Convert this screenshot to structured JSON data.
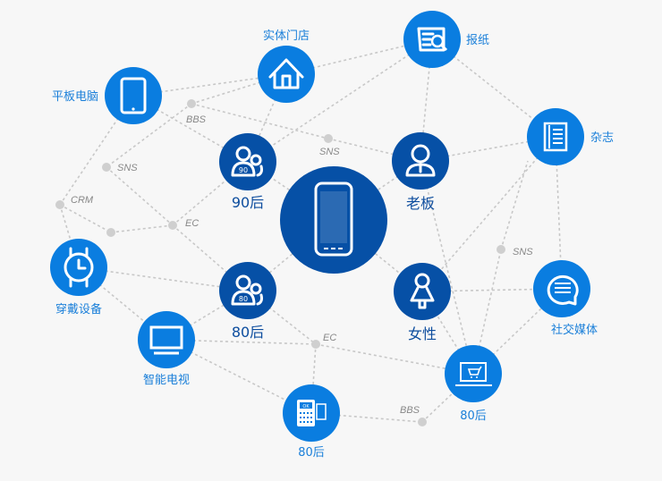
{
  "colors": {
    "light": "#0a7de0",
    "dark": "#0650a6",
    "edge": "#c8c8c8"
  },
  "center": {
    "icon": "smartphone-icon"
  },
  "nodes": {
    "store": {
      "label": "实体门店",
      "icon": "house-icon"
    },
    "newspaper": {
      "label": "报纸",
      "icon": "newspaper-search-icon"
    },
    "tablet": {
      "label": "平板电脑",
      "icon": "tablet-icon"
    },
    "magazine": {
      "label": "杂志",
      "icon": "magazine-icon"
    },
    "gen90": {
      "label": "90后",
      "badge": "90",
      "icon": "people-icon"
    },
    "boss": {
      "label": "老板",
      "icon": "businessman-icon"
    },
    "wearable": {
      "label": "穿戴设备",
      "icon": "watch-icon"
    },
    "gen80": {
      "label": "80后",
      "badge": "80",
      "icon": "people-icon"
    },
    "female": {
      "label": "女性",
      "icon": "woman-icon"
    },
    "social": {
      "label": "社交媒体",
      "icon": "chat-bubble-icon"
    },
    "tv": {
      "label": "智能电视",
      "icon": "tv-icon"
    },
    "ecommerce": {
      "label": "80后",
      "icon": "laptop-cart-icon"
    },
    "pos": {
      "label": "80后",
      "ok": "OK",
      "icon": "pos-terminal-icon"
    }
  },
  "channels": {
    "bbs1": "BBS",
    "sns1": "SNS",
    "sns2": "SNS",
    "crm": "CRM",
    "ec1": "EC",
    "ec2": "EC",
    "sns3": "SNS",
    "bbs2": "BBS"
  }
}
